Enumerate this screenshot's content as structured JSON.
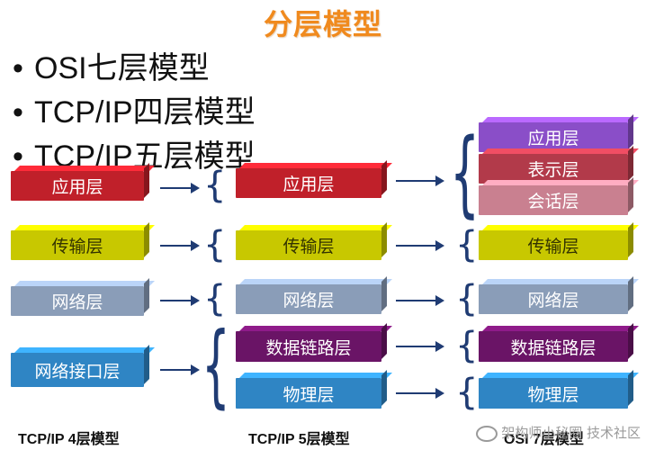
{
  "title": "分层模型",
  "bullets": [
    "OSI七层模型",
    "TCP/IP四层模型",
    "TCP/IP五层模型"
  ],
  "colors": {
    "application": "#c0202a",
    "transport": "#c8c800",
    "network": "#8a9db8",
    "link": "#2f85c4",
    "datalink": "#6a1466",
    "physical": "#2f85c4",
    "osi_application": "#8a4ec8",
    "presentation": "#b23a4a",
    "session": "#c98090",
    "arrow": "#1f3b73"
  },
  "tcp4": {
    "caption": "TCP/IP 4层模型",
    "layers": [
      "应用层",
      "传输层",
      "网络层",
      "网络接口层"
    ]
  },
  "tcp5": {
    "caption": "TCP/IP 5层模型",
    "layers": [
      "应用层",
      "传输层",
      "网络层",
      "数据链路层",
      "物理层"
    ]
  },
  "osi": {
    "caption": "OSI 7层模型",
    "layers": [
      "应用层",
      "表示层",
      "会话层",
      "传输层",
      "网络层",
      "数据链路层",
      "物理层"
    ]
  },
  "watermark": "架构师小秘圈 技术社区"
}
